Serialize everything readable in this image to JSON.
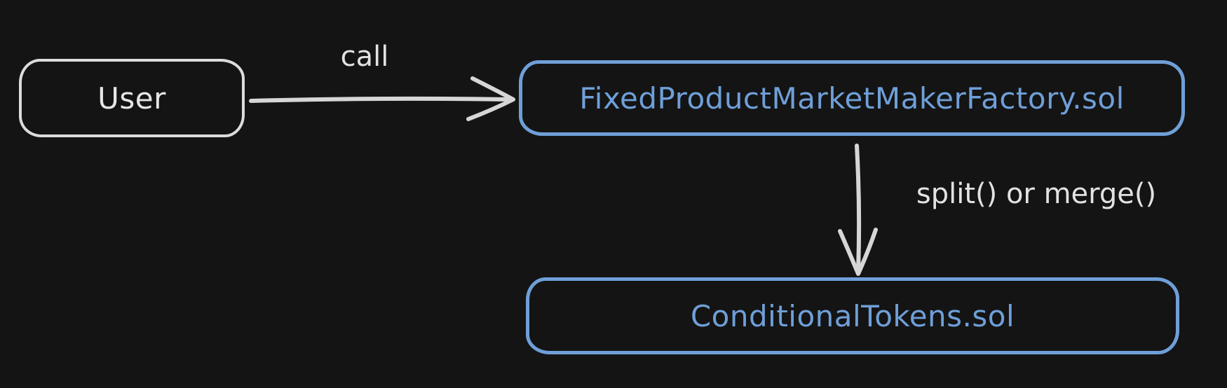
{
  "canvas": {
    "background": "#141414"
  },
  "colors": {
    "light_stroke": "#dcdcdc",
    "light_text": "#e6e6e6",
    "blue": "#6f9fd8"
  },
  "nodes": {
    "user": {
      "label": "User"
    },
    "factory": {
      "label": "FixedProductMarketMakerFactory.sol"
    },
    "conditional_tokens": {
      "label": "ConditionalTokens.sol"
    }
  },
  "edges": {
    "call": {
      "label": "call",
      "from": "user",
      "to": "factory",
      "direction": "right"
    },
    "split_merge": {
      "label": "split() or merge()",
      "from": "factory",
      "to": "conditional_tokens",
      "direction": "down"
    }
  }
}
